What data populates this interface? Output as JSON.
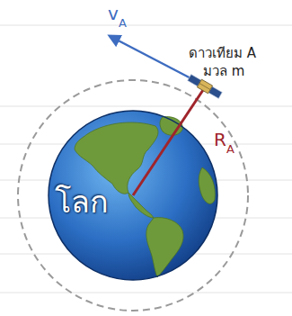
{
  "diagram": {
    "nodes": [
      {
        "text": [
          "โลก"
        ]
      }
    ],
    "labels": [
      "v",
      "A",
      "ดาวเทียม A",
      "มวล m",
      "R",
      "A"
    ]
  }
}
